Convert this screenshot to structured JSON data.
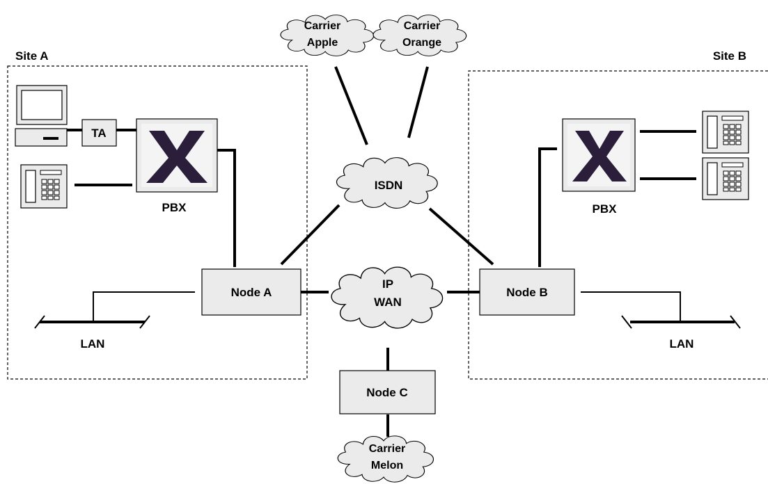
{
  "sites": [
    {
      "label": "Site A"
    },
    {
      "label": "Site B"
    }
  ],
  "clouds": {
    "carrier_apple": {
      "line1": "Carrier",
      "line2": "Apple"
    },
    "carrier_orange": {
      "line1": "Carrier",
      "line2": "Orange"
    },
    "isdn": {
      "line1": "ISDN"
    },
    "ip_wan": {
      "line1": "IP",
      "line2": "WAN"
    },
    "carrier_melon": {
      "line1": "Carrier",
      "line2": "Melon"
    }
  },
  "nodes": {
    "a": {
      "label": "Node A"
    },
    "b": {
      "label": "Node B"
    },
    "c": {
      "label": "Node C"
    }
  },
  "pbx": {
    "a": {
      "label": "PBX"
    },
    "b": {
      "label": "PBX"
    }
  },
  "lan": {
    "a": {
      "label": "LAN"
    },
    "b": {
      "label": "LAN"
    }
  },
  "ta": {
    "label": "TA"
  },
  "colors": {
    "pbx_mark": "#2b1e3a",
    "fill": "#ebebeb"
  }
}
